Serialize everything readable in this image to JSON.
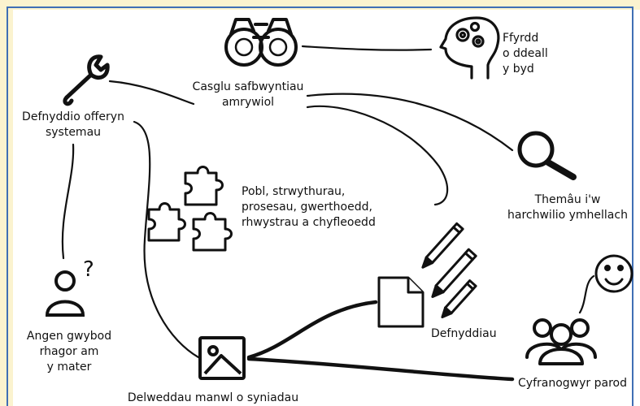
{
  "colors": {
    "frame": "#3f6fb5",
    "background_tint": "#fbf3cf",
    "ink": "#111111"
  },
  "nodes": {
    "tools": {
      "icon": "wrench-icon",
      "lines": [
        "Defnyddio offeryn",
        "systemau"
      ]
    },
    "perspectives": {
      "icon": "binoculars-icon",
      "lines": [
        "Casglu safbwyntiau",
        "amrywiol"
      ]
    },
    "understanding": {
      "icon": "head-gears-icon",
      "lines": [
        "Ffyrdd",
        "o ddeall",
        "y byd"
      ]
    },
    "themes": {
      "icon": "magnifier-icon",
      "lines": [
        "Themâu i'w",
        "harchwilio ymhellach"
      ]
    },
    "people_structures": {
      "icon": "puzzle-icon",
      "lines": [
        "Pobl, strwythurau,",
        "prosesau, gwerthoedd,",
        "rhwystrau a chyfleoedd"
      ]
    },
    "more_info": {
      "icon": "person-question-icon",
      "lines": [
        "Angen gwybod",
        "rhagor am",
        "y mater"
      ]
    },
    "images": {
      "icon": "image-icon",
      "lines": [
        "Delweddau manwl o syniadau"
      ]
    },
    "materials": {
      "icon": "document-pencils-icon",
      "lines": [
        "Defnyddiau"
      ]
    },
    "participants": {
      "icon": "group-people-icon",
      "lines": [
        "Cyfranogwyr parod"
      ]
    },
    "smiley": {
      "icon": "smiley-face-icon"
    }
  }
}
